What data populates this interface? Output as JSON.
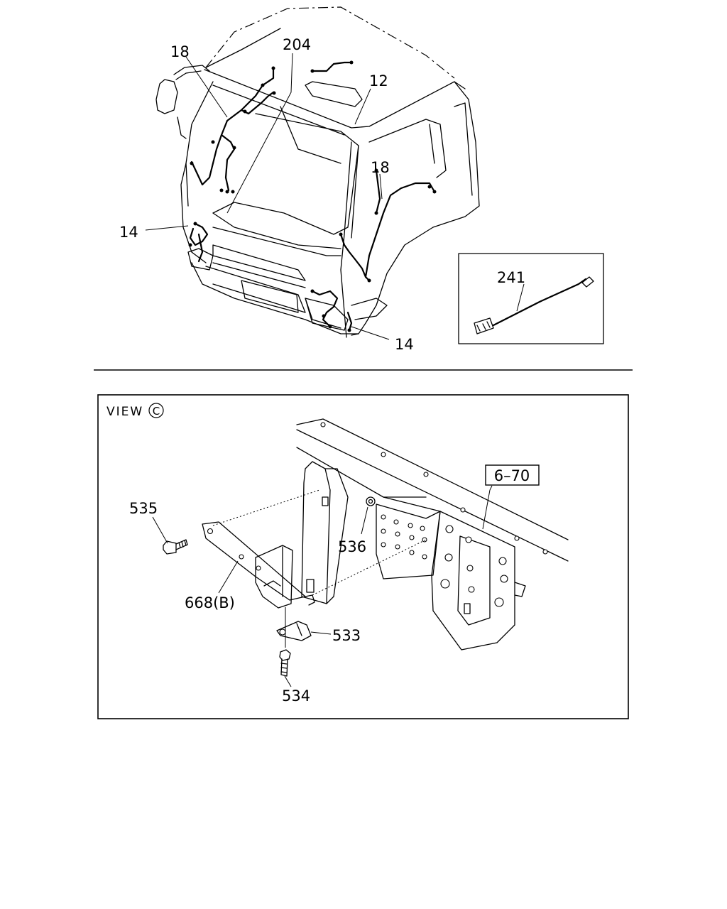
{
  "top_section": {
    "callouts": {
      "c18_left": "18",
      "c204": "204",
      "c12": "12",
      "c18_right": "18",
      "c14_left": "14",
      "c14_right": "14"
    },
    "inset": {
      "c241": "241"
    }
  },
  "bottom_section": {
    "view_label": "VIEW",
    "view_letter": "C",
    "callouts": {
      "c6_70": "6–70",
      "c535": "535",
      "c536": "536",
      "c668b": "668(B)",
      "c533": "533",
      "c534": "534"
    }
  }
}
